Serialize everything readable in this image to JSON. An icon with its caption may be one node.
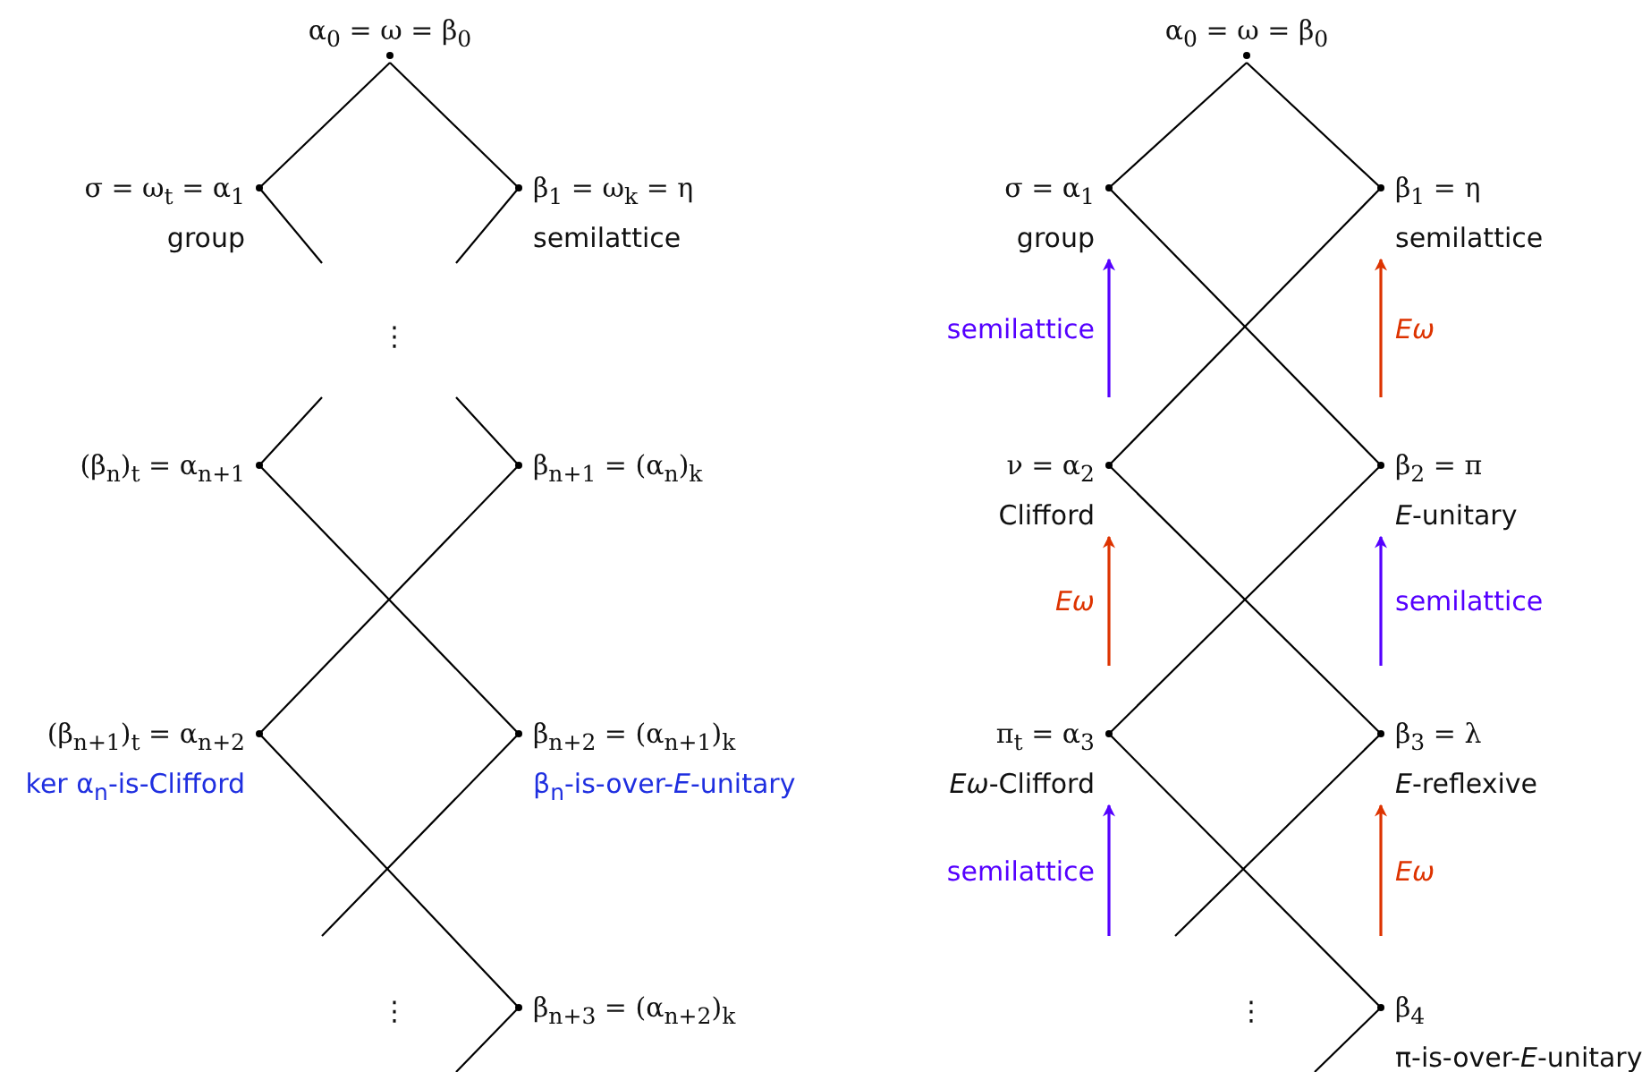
{
  "diagram": {
    "nodes": [
      {
        "text": [
          "α$_{0}$ = ω = β$_{0}$"
        ]
      },
      {
        "text": [
          "σ = ω$_{t}$ = α$_{1}$",
          "group"
        ]
      },
      {
        "text": [
          "β$_{1}$ = ω$_{k}$ = η",
          "semilattice"
        ]
      },
      {
        "text": [
          "(β$_{n}$)$_{t}$ = α$_{n+1}$"
        ]
      },
      {
        "text": [
          "β$_{n+1}$ = (α$_{n}$)$_{k}$"
        ]
      },
      {
        "text": [
          "(β$_{n+1}$)$_{t}$ = α$_{n+2}$",
          "ker α$_{n}$-is-Clifford"
        ]
      },
      {
        "text": [
          "β$_{n+2}$ = (α$_{n+1}$)$_{k}$",
          "β$_{n}$-is-over-*E*-unitary"
        ]
      },
      {
        "text": [
          "β$_{n+3}$ = (α$_{n+2}$)$_{k}$"
        ]
      },
      {
        "text": [
          "α$_{0}$ = ω = β$_{0}$"
        ]
      },
      {
        "text": [
          "σ = α$_{1}$",
          "group"
        ]
      },
      {
        "text": [
          "β$_{1}$ = η",
          "semilattice"
        ]
      },
      {
        "text": [
          "ν = α$_{2}$",
          "Clifford"
        ]
      },
      {
        "text": [
          "β$_{2}$ = π",
          "*E*-unitary"
        ]
      },
      {
        "text": [
          "π$_{t}$ = α$_{3}$",
          "*Eω*-Clifford"
        ]
      },
      {
        "text": [
          "β$_{3}$ = λ",
          "*E*-reflexive"
        ]
      },
      {
        "text": [
          "β$_{4}$",
          "π-is-over-*E*-unitary"
        ]
      }
    ],
    "edges": [
      {
        "from": 0,
        "to": 1,
        "arrow": "none"
      },
      {
        "from": 0,
        "to": 2,
        "arrow": "none"
      },
      {
        "from": 1,
        "to": null,
        "arrow": "none"
      },
      {
        "from": 2,
        "to": null,
        "arrow": "none"
      },
      {
        "from": null,
        "to": 3,
        "arrow": "none"
      },
      {
        "from": null,
        "to": 4,
        "arrow": "none"
      },
      {
        "from": 3,
        "to": 6,
        "arrow": "none"
      },
      {
        "from": 4,
        "to": 5,
        "arrow": "none"
      },
      {
        "from": 5,
        "to": 7,
        "arrow": "none"
      },
      {
        "from": 6,
        "to": null,
        "arrow": "none"
      },
      {
        "from": 7,
        "to": null,
        "arrow": "none"
      },
      {
        "from": 8,
        "to": 9,
        "arrow": "none"
      },
      {
        "from": 8,
        "to": 10,
        "arrow": "none"
      },
      {
        "from": 9,
        "to": 12,
        "arrow": "none"
      },
      {
        "from": 10,
        "to": 11,
        "arrow": "none"
      },
      {
        "from": 11,
        "to": 14,
        "arrow": "none"
      },
      {
        "from": 12,
        "to": 13,
        "arrow": "none"
      },
      {
        "from": 13,
        "to": 15,
        "arrow": "none"
      },
      {
        "from": 14,
        "to": null,
        "arrow": "none"
      },
      {
        "from": 15,
        "to": null,
        "arrow": "none"
      },
      {
        "from": 11,
        "to": 9,
        "arrow": "to",
        "label": "semilattice",
        "color": "#5500ff"
      },
      {
        "from": 12,
        "to": 10,
        "arrow": "to",
        "label": "Eω",
        "color": "#dd3300"
      },
      {
        "from": 13,
        "to": 11,
        "arrow": "to",
        "label": "Eω",
        "color": "#dd3300"
      },
      {
        "from": 14,
        "to": 12,
        "arrow": "to",
        "label": "semilattice",
        "color": "#5500ff"
      },
      {
        "from": null,
        "to": 13,
        "arrow": "to",
        "label": "semilattice",
        "color": "#5500ff"
      },
      {
        "from": null,
        "to": 14,
        "arrow": "to",
        "label": "Eω",
        "color": "#dd3300"
      }
    ],
    "labels": [
      "⋮",
      "⋮",
      "⋮"
    ]
  }
}
